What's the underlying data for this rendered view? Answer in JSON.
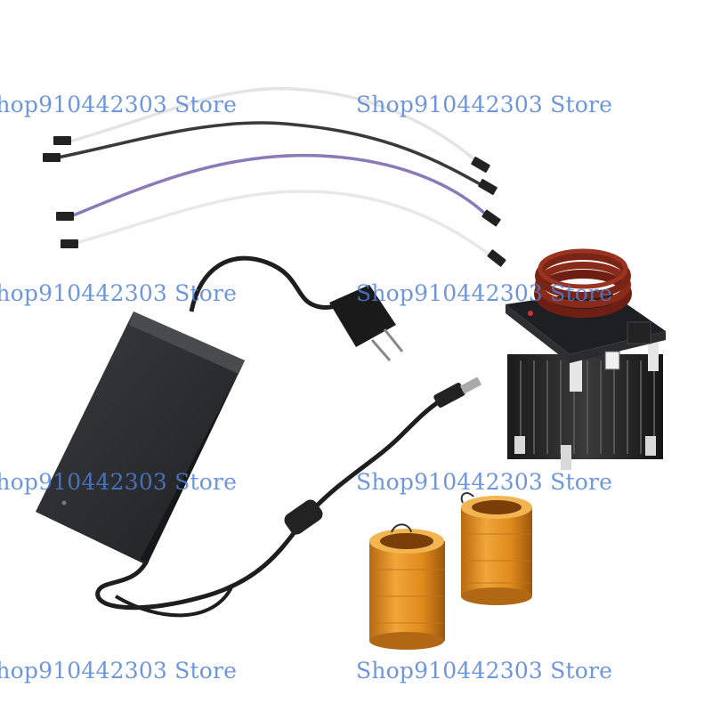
{
  "watermark": {
    "text": "Shop910442303 Store",
    "color": "#4f7fd6"
  },
  "products": [
    {
      "name": "dupont-jumper-wires",
      "count": 4,
      "colors": [
        "#e8e8e8",
        "#3a3a3a",
        "#8a7ab8",
        "#e8e8e8"
      ]
    },
    {
      "name": "power-adapter",
      "color": "#2b2c2e"
    },
    {
      "name": "induction-heater-module",
      "coil_color": "#7a2415"
    },
    {
      "name": "spare-coils",
      "count": 2,
      "color": "#e08a1c"
    }
  ]
}
